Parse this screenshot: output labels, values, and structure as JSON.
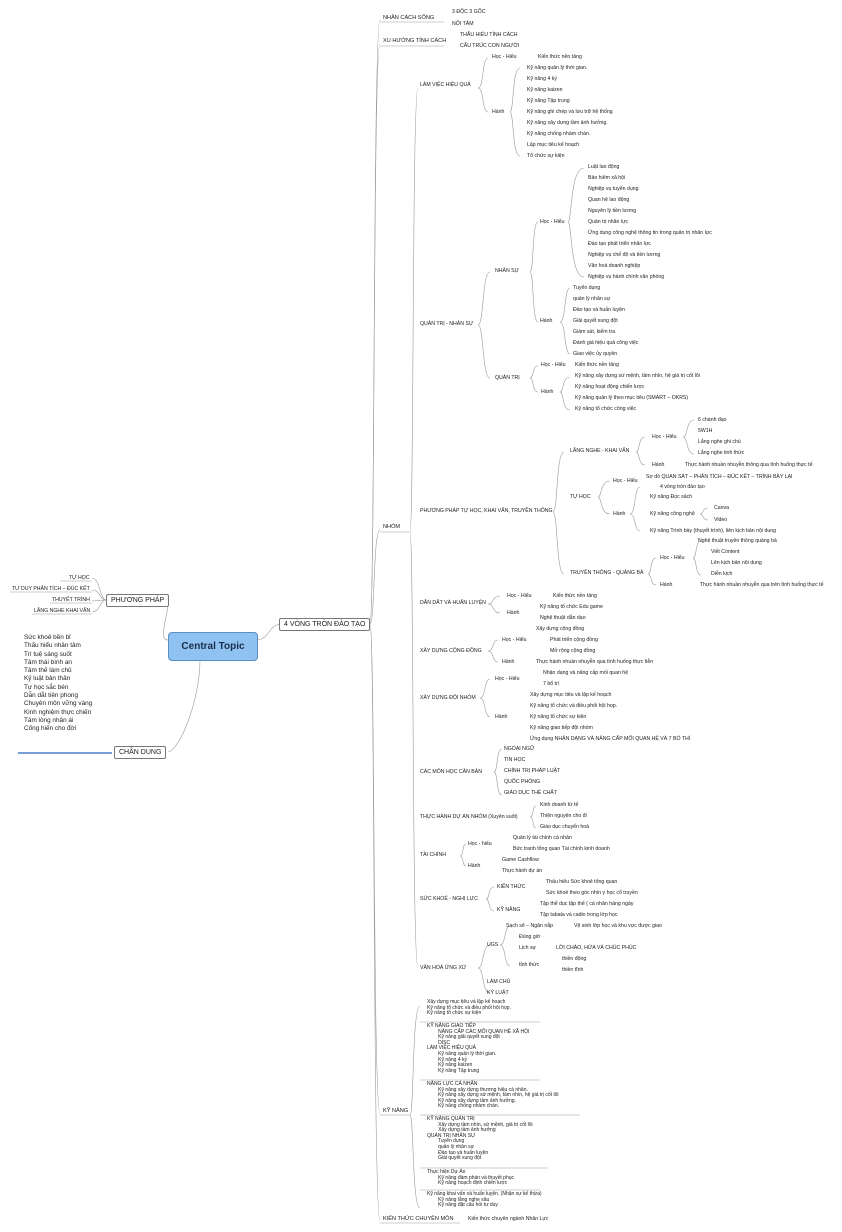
{
  "central": "Central Topic",
  "main_branch": "4 VÒNG TRÒN ĐÀO TẠO",
  "left": {
    "phuong_phap": "PHƯƠNG PHÁP",
    "phuong_phap_items": [
      "TỰ HỌC",
      "TƯ DUY PHẢN TÍCH – ĐÚC KẾT",
      "THUYẾT TRÌNH",
      "LẮNG NGHE KHAI VẤN"
    ],
    "chan_dung": "CHÂN DUNG",
    "chan_dung_text": "Sức khoẻ bền bỉ\nThấu hiểu nhân tâm\nTrí tuệ sáng suốt\nTâm thái bình an\nTâm thế làm chủ\nKỷ luật bản thân\nTự học sắc bén\nDẫn dắt tiên phong\nChuyên môn vững vàng\nKinh nghiệm thực chiến\nTâm lòng nhân ái\nCống hiến cho đời"
  },
  "branches": {
    "nhan_cach_song": "NHÂN CÁCH SỐNG",
    "ncs_items": [
      "3 ĐỘC 3 GỐC",
      "NỘI TÂM"
    ],
    "xu_huong": "XU HƯỚNG TÍNH CÁCH",
    "xh_items": [
      "THẤU HIỂU TÍNH CÁCH",
      "CẤU TRÚC CON NGƯỜI"
    ],
    "nhom": "NHÓM",
    "ky_nang": "KỸ NĂNG",
    "kien_thuc_cm": "KIẾN THỨC CHUYÊN MÔN",
    "kien_thuc_cm_item": "Kiến thức chuyên ngành Nhân Lực"
  },
  "lvhq": {
    "title": "LÀM VIỆC HIỆU QUẢ",
    "hoc_hieu": "Học - Hiểu",
    "hoc_hieu_item": "Kiến thức nền tảng",
    "hanh": "Hành",
    "hanh_items": [
      "Kỹ năng quản lý thời gian.",
      "Kỹ năng 4 kỷ",
      "Kỹ năng kaizen",
      "Kỹ năng Tập trung",
      "Kỹ năng ghi chép và lưu trữ hệ thống",
      "Kỹ năng xây dựng tầm ảnh hưởng.",
      "Kỹ năng chống nhàm chán.",
      "Lập mục tiêu kế hoạch",
      "Tổ chức sự kiện"
    ]
  },
  "qtns": {
    "title": "QUẢN TRỊ - NHÂN SỰ",
    "nhan_su": "NHÂN SỰ",
    "hoc_hieu": "Học - Hiểu",
    "hh_items": [
      "Luật lao động",
      "Bảo hiểm xã hội",
      "Nghiệp vụ tuyển dụng",
      "Quan hệ lao động",
      "Nguyên lý tiền lương",
      "Quản trị nhân lực",
      "Ứng dụng công nghệ thông tin trong quản trị nhân lực",
      "Đào tạo phát triển nhân lực",
      "Nghiệp vụ chế độ và tiền lương",
      "Văn hoá doanh nghiệp",
      "Nghiệp vụ hành chính văn phòng"
    ],
    "hanh": "Hành",
    "hanh_items": [
      "Tuyển dụng",
      "quản lý nhân sự",
      "Đào tạo và huấn luyện",
      "Giải quyết xung đột",
      "Giám sát, kiểm tra",
      "Đánh giá hiệu quả công việc",
      "Giao việc ủy quyền"
    ],
    "quan_tri": "QUẢN TRỊ",
    "qt_hoc_hieu": "Học - Hiểu",
    "qt_hh_item": "Kiến thức nền tảng",
    "qt_hanh": "Hành",
    "qt_hanh_items": [
      "Kỹ năng xây dựng sứ mệnh, tầm nhìn, hệ giá trị cốt lõi",
      "Kỹ năng hoạt động chiến lược",
      "Kỹ năng quản lý theo mục tiêu (SMART – OKRS)",
      "Kỹ năng tổ chức công việc"
    ]
  },
  "pp": {
    "title": "PHƯƠNG PHÁP TỰ HỌC, KHAI VẤN, TRUYỀN THÔNG",
    "lnkv": "LẮNG NGHE - KHAI VẤN",
    "lnkv_hh": "Học - Hiểu",
    "lnkv_hh_items": [
      "6 chánh đạo",
      "5W1H",
      "Lắng nghe ghi chú",
      "Lắng nghe tinh thức"
    ],
    "lnkv_hanh": "Hành",
    "lnkv_hanh_item": "Thực hành nhuần nhuyễn thông qua tình huống thực tế",
    "tu_hoc": "TỰ HỌC",
    "th_hh": "Học - Hiểu",
    "th_hh_item": "Sơ đồ QUAN SÁT – PHẢN TÍCH – ĐÚC KẾT – TRÌNH BÀY LẠI",
    "th_hanh": "Hành",
    "th_hanh_items": [
      "4 vòng tròn đào tạo",
      "Kỹ năng Đọc sách",
      "Kỹ năng công nghệ",
      "Kỹ năng Trình bày (thuyết trình), liên kịch bản nội dung"
    ],
    "cong_nghe_items": [
      "Canva",
      "Video"
    ],
    "tt": "TRUYỀN THÔNG - QUẢNG BÁ",
    "tt_hh": "Học - Hiểu",
    "tt_hh_items": [
      "Nghệ thuật truyền thông quảng bá",
      "Viết Content",
      "Lên kịch bản nội dung",
      "Diễn kịch"
    ],
    "tt_hanh": "Hành",
    "tt_hanh_item": "Thực hành nhuần nhuyễn qua trên tình huống thực tế"
  },
  "ddhl": {
    "title": "DẪN DẮT VÀ HUẤN LUYỆN",
    "hh": "Học - Hiểu",
    "hh_item": "Kiến thức nền tảng",
    "hanh": "Hành",
    "hanh_items": [
      "Kỹ năng tổ chức Edu game",
      "Nghệ thuật dẫn dạo"
    ]
  },
  "xdcd": {
    "title": "XÂY DỰNG CỘNG ĐỒNG",
    "hh": "Học - Hiểu",
    "hh_items": [
      "Xây dựng cộng đồng",
      "Phát triển cộng đồng",
      "Mở rộng cộng đồng"
    ],
    "hanh": "Hành",
    "hanh_item": "Thực hành nhuần nhuyễn qua tình huống thực tiễn"
  },
  "xddn": {
    "title": "XÂY DỰNG ĐỘI NHÓM",
    "hh": "Học - Hiểu",
    "hh_items": [
      "Nhận dạng và nâng cấp mối quan hệ",
      "7 bổ trí"
    ],
    "hanh": "Hành",
    "hanh_items": [
      "Xây dựng mục tiêu và lập kế hoạch",
      "Kỹ năng tổ chức và điều phối hội họp.",
      "Kỹ năng tổ chức sự kiện",
      "Kỹ năng giao tiếp đội nhóm",
      "Ứng dụng NHẬN DẠNG VÀ NÂNG CẤP MỐI QUAN HỆ VÀ 7 BỔ THÍ"
    ]
  },
  "mhcb": {
    "title": "CÁC MÔN HỌC CĂN BẢN",
    "items": [
      "NGOẠI NGỮ",
      "TIN HỌC",
      "CHÍNH TRỊ PHÁP LUẬT",
      "QUỐC PHÒNG",
      "GIÁO DỤC THỂ CHẤT"
    ]
  },
  "thda": {
    "title": "THỰC HÀNH DỰ ÁN NHÓM (Xuyên suốt)",
    "items": [
      "Kinh doanh từ tế",
      "Thiện nguyện cho đi",
      "Giáo dục chuyển hoá"
    ]
  },
  "tc": {
    "title": "TÀI CHÍNH",
    "hh": "Học - hiểu",
    "hh_items": [
      "Quản lý tài chính cá nhân",
      "Bức tranh tổng quan Tài chính kinh doanh"
    ],
    "hanh": "Hành",
    "hanh_items": [
      "Game Cashflow",
      "Thực hành dự án"
    ]
  },
  "sk": {
    "title": "SỨC KHOẺ - NGHỊ LỰC",
    "kien_thuc": "KIẾN THỨC",
    "kt_items": [
      "Thấu hiểu Sức khoẻ tổng quan",
      "Sức khoẻ theo góc nhìn y học cổ truyền"
    ],
    "ky_nang": "KỸ NĂNG",
    "kn_items": [
      "Tập thể dục tập thể ( cá nhân hàng ngày",
      "Tập tabata và cadio trong lớp học"
    ]
  },
  "vh": {
    "title": "VĂN HOÁ ỨNG XỬ",
    "ugs": "UGS",
    "ugs_items": [
      "Sạch sẽ – Ngăn nắp",
      "Đúng giờ",
      "Lịch sự",
      "tỉnh thức"
    ],
    "ugs_sach": "Vệ sinh lớp học và khu vực được giao",
    "ugs_lich_su": "LỜI CHÀO, HỨA VÀ CHÚC PHÚC",
    "ugs_tinh_thuc": [
      "thiền động",
      "thiền tĩnh"
    ],
    "lam_chu": "LÀM CHỦ",
    "ky_luat": "KỶ LUẬT"
  },
  "kn_text": {
    "block1": "Xây dựng mục tiêu và lập kế hoạch\nKỹ năng tổ chức và điều phối hội họp.\nKỹ năng tổ chức sự kiện",
    "block2": "KỸ NĂNG GIAO TIẾP\n        NÂNG CẤP CÁC MỐI QUAN HỆ XÃ HỘI\n        Kỹ năng giải quyết xung đột\n        DISC\nLÀM VIỆC HIỆU QUẢ\n        Kỹ năng quản lý thời gian.\n        Kỹ năng 4 kỷ\n        Kỹ năng kaizen\n        Kỹ năng Tập trung",
    "block3": "NĂNG LỰC CÁ NHÂN\n        Kỹ năng xây dựng thương hiệu cá nhân.\n        Kỹ năng xây dựng sứ mệnh, tầm nhìn, hệ giá trị cốt lõi\n        Kỹ năng xây dựng tầm ảnh hưởng.\n        Kỹ năng chống nhàm chán.",
    "block4": "KỸ NĂNG QUẢN TRỊ\n        Xây dựng tầm nhìn, sứ mệnh, giá trị cốt lõi\n        Xây dựng tầm ảnh hưởng\nQUẢN TRỊ NHÂN SỰ\n        Tuyển dụng\n        quản lý nhân sự\n        Đào tạo và huấn luyện\n        Giải quyết xung đột",
    "block5": "Thực hiện Dự Án\n        Kỹ năng đàm phán và thuyết phục\n        Kỹ năng hoạch định chiến lược",
    "block6": "Kỹ năng khai vấn và huấn luyện. (Nhận sự kế thừa)\n        Kỹ năng lắng nghe sâu\n        Kỹ năng đặt câu hỏi tư duy"
  }
}
